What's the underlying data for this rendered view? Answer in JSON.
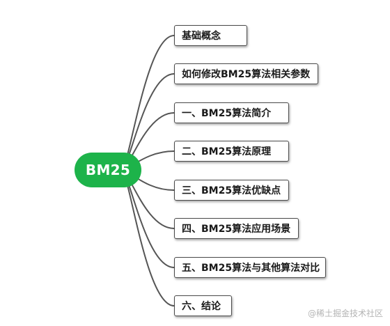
{
  "root": {
    "label": "BM25",
    "color": "#1db34a"
  },
  "branches": [
    {
      "label": "基础概念"
    },
    {
      "label": "如何修改BM25算法相关参数"
    },
    {
      "label": "一、BM25算法简介"
    },
    {
      "label": "二、BM25算法原理"
    },
    {
      "label": "三、BM25算法优缺点"
    },
    {
      "label": "四、BM25算法应用场景"
    },
    {
      "label": "五、BM25算法与其他算法对比"
    },
    {
      "label": "六、结论"
    }
  ],
  "connector_color": "#555555",
  "watermark": "@稀土掘金技术社区"
}
